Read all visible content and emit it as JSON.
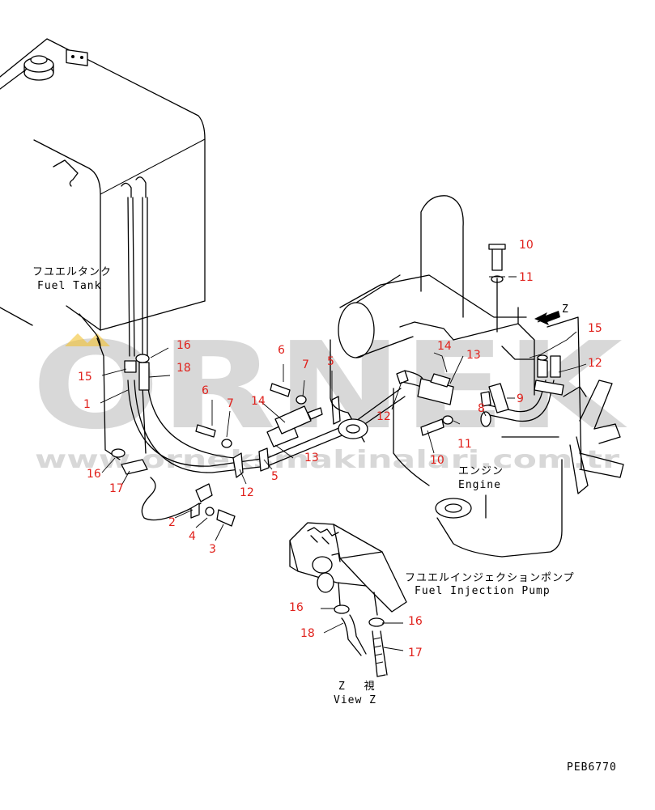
{
  "labels": {
    "fuel_tank_jp": "フユエルタンク",
    "fuel_tank_en": "Fuel Tank",
    "engine_jp": "エンジン",
    "engine_en": "Engine",
    "pump_jp": "フユエルインジェクションポンプ",
    "pump_en": "Fuel Injection Pump",
    "view_z_jp": "Z　 視",
    "view_z_en": "View Z",
    "view_letter": "Z",
    "drawing_code": "PEB6770"
  },
  "watermark": {
    "brand": "ORNEK",
    "url": "www.orneksmakinalari.com.tr"
  },
  "part_numbers": [
    {
      "id": "p10a",
      "text": "10"
    },
    {
      "id": "p11a",
      "text": "11"
    },
    {
      "id": "p15a",
      "text": "15"
    },
    {
      "id": "p12a",
      "text": "12"
    },
    {
      "id": "p14a",
      "text": "14"
    },
    {
      "id": "p13a",
      "text": "13"
    },
    {
      "id": "p9",
      "text": "9"
    },
    {
      "id": "p8",
      "text": "8"
    },
    {
      "id": "p11b",
      "text": "11"
    },
    {
      "id": "p10b",
      "text": "10"
    },
    {
      "id": "p16a",
      "text": "16"
    },
    {
      "id": "p18a",
      "text": "18"
    },
    {
      "id": "p15b",
      "text": "15"
    },
    {
      "id": "p1",
      "text": "1"
    },
    {
      "id": "p6a",
      "text": "6"
    },
    {
      "id": "p7a",
      "text": "7"
    },
    {
      "id": "p5a",
      "text": "5"
    },
    {
      "id": "p12b",
      "text": "12"
    },
    {
      "id": "p6b",
      "text": "6"
    },
    {
      "id": "p7b",
      "text": "7"
    },
    {
      "id": "p14b",
      "text": "14"
    },
    {
      "id": "p13b",
      "text": "13"
    },
    {
      "id": "p5b",
      "text": "5"
    },
    {
      "id": "p12c",
      "text": "12"
    },
    {
      "id": "p16b",
      "text": "16"
    },
    {
      "id": "p17a",
      "text": "17"
    },
    {
      "id": "p2",
      "text": "2"
    },
    {
      "id": "p4",
      "text": "4"
    },
    {
      "id": "p3",
      "text": "3"
    },
    {
      "id": "p16c",
      "text": "16"
    },
    {
      "id": "p18b",
      "text": "18"
    },
    {
      "id": "p16d",
      "text": "16"
    },
    {
      "id": "p17b",
      "text": "17"
    }
  ],
  "colors": {
    "callout": "#e0201b",
    "line": "#000000",
    "watermark": "#c9c9c9"
  }
}
